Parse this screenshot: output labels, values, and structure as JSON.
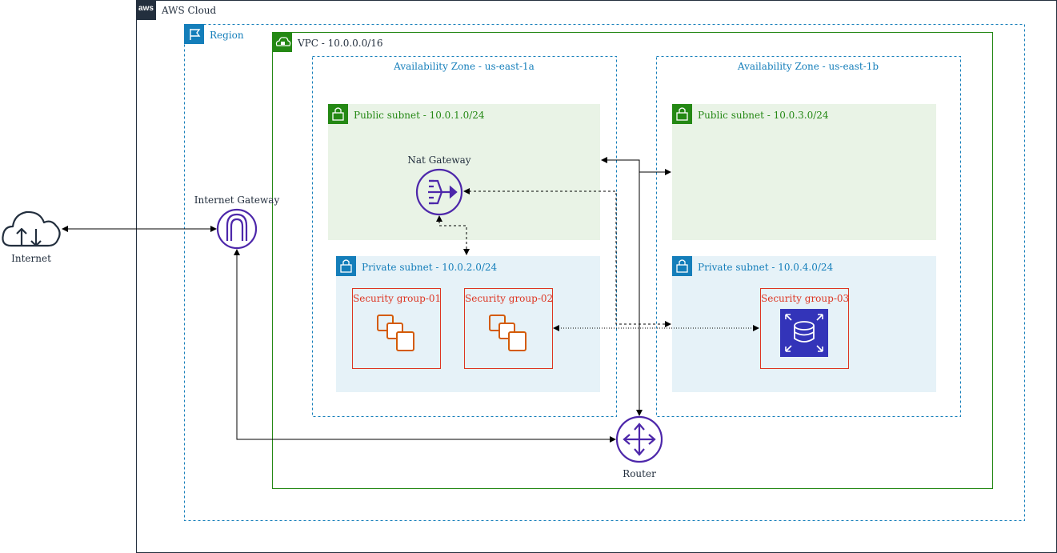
{
  "aws_cloud": {
    "label": "AWS Cloud",
    "badge": "aws"
  },
  "region": {
    "label": "Region"
  },
  "vpc": {
    "label": "VPC - 10.0.0.0/16"
  },
  "zones": [
    {
      "label": "Availability Zone - us-east-1a",
      "public_subnet": "Public subnet - 10.0.1.0/24",
      "private_subnet": "Private subnet - 10.0.2.0/24"
    },
    {
      "label": "Availability Zone - us-east-1b",
      "public_subnet": "Public subnet - 10.0.3.0/24",
      "private_subnet": "Private subnet - 10.0.4.0/24"
    }
  ],
  "security_groups": [
    {
      "label": "Security group-01",
      "icon": "instances-icon"
    },
    {
      "label": "Security group-02",
      "icon": "instances-icon"
    },
    {
      "label": "Security group-03",
      "icon": "rds-icon"
    }
  ],
  "nodes": {
    "internet": "Internet",
    "internet_gateway": "Internet Gateway",
    "nat_gateway": "Nat Gateway",
    "router": "Router"
  },
  "colors": {
    "cloud_border": "#232f3e",
    "region_border": "#147eba",
    "vpc_border": "#248814",
    "public_fill": "#e9f3e6",
    "private_fill": "#e6f2f8",
    "security_group_border": "#dd3522",
    "network_icon": "#4d27aa",
    "instance_icon": "#d45b07",
    "rds_fill": "#3334b9"
  }
}
